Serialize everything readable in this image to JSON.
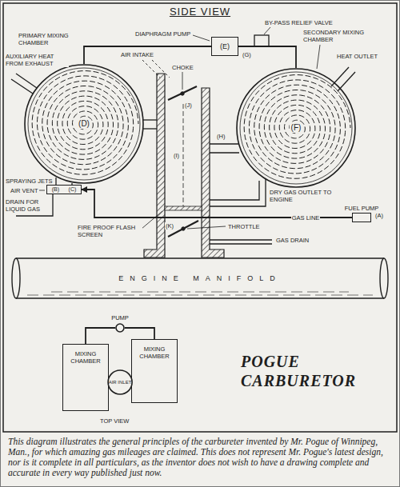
{
  "diagram": {
    "title": "SIDE VIEW",
    "caption": "This diagram illustrates the general principles of the carbureter invented by Mr. Pogue of Winnipeg, Man., for which amazing gas mileages are claimed. This does not represent Mr. Pogue's latest design, nor is it complete in all particulars, as the inventor does not wish to have a drawing complete and accurate in every way published just now.",
    "nodes": [
      {
        "text": [
          "(D)"
        ]
      },
      {
        "text": [
          "(F)"
        ]
      },
      {
        "text": [
          "(E)"
        ]
      },
      {
        "text": [
          "ENGINE MANIFOLD"
        ]
      },
      {
        "text": [
          "MIXING CHAMBER"
        ]
      },
      {
        "text": [
          "MIXING CHAMBER"
        ]
      },
      {
        "text": [
          "AIR INLET"
        ]
      },
      {
        "text": [
          "FUEL PUMP"
        ]
      },
      {
        "text": [
          "(B)",
          "(C)"
        ]
      },
      {
        "text": [
          "PUMP"
        ]
      }
    ],
    "edges": [
      {
        "from": 2,
        "to": 0,
        "arrow": "none"
      },
      {
        "from": 2,
        "to": 1,
        "arrow": "none"
      },
      {
        "from": 7,
        "to": 8,
        "label": "GAS LINE",
        "arrow": "to"
      },
      {
        "from": 9,
        "to": 4,
        "arrow": "none"
      },
      {
        "from": 9,
        "to": 5,
        "arrow": "none"
      }
    ],
    "labels": [
      "DIAPHRAGM PUMP",
      "BY-PASS RELIEF VALVE",
      "(G)",
      "PRIMARY MIXING CHAMBER",
      "AUXILIARY HEAT FROM EXHAUST",
      "AIR INTAKE",
      "CHOKE",
      "(J)",
      "SECONDARY MIXING CHAMBER",
      "HEAT OUTLET",
      "(I)",
      "(H)",
      "SPRAYING JETS",
      "AIR VENT",
      "DRAIN FOR LIQUID GAS",
      "FIRE PROOF FLASH SCREEN",
      "DRY GAS OUTLET TO ENGINE",
      "(A)",
      "GAS DRAIN",
      "(K)",
      "THROTTLE",
      "POGUE CARBURETOR",
      "TOP VIEW"
    ]
  }
}
